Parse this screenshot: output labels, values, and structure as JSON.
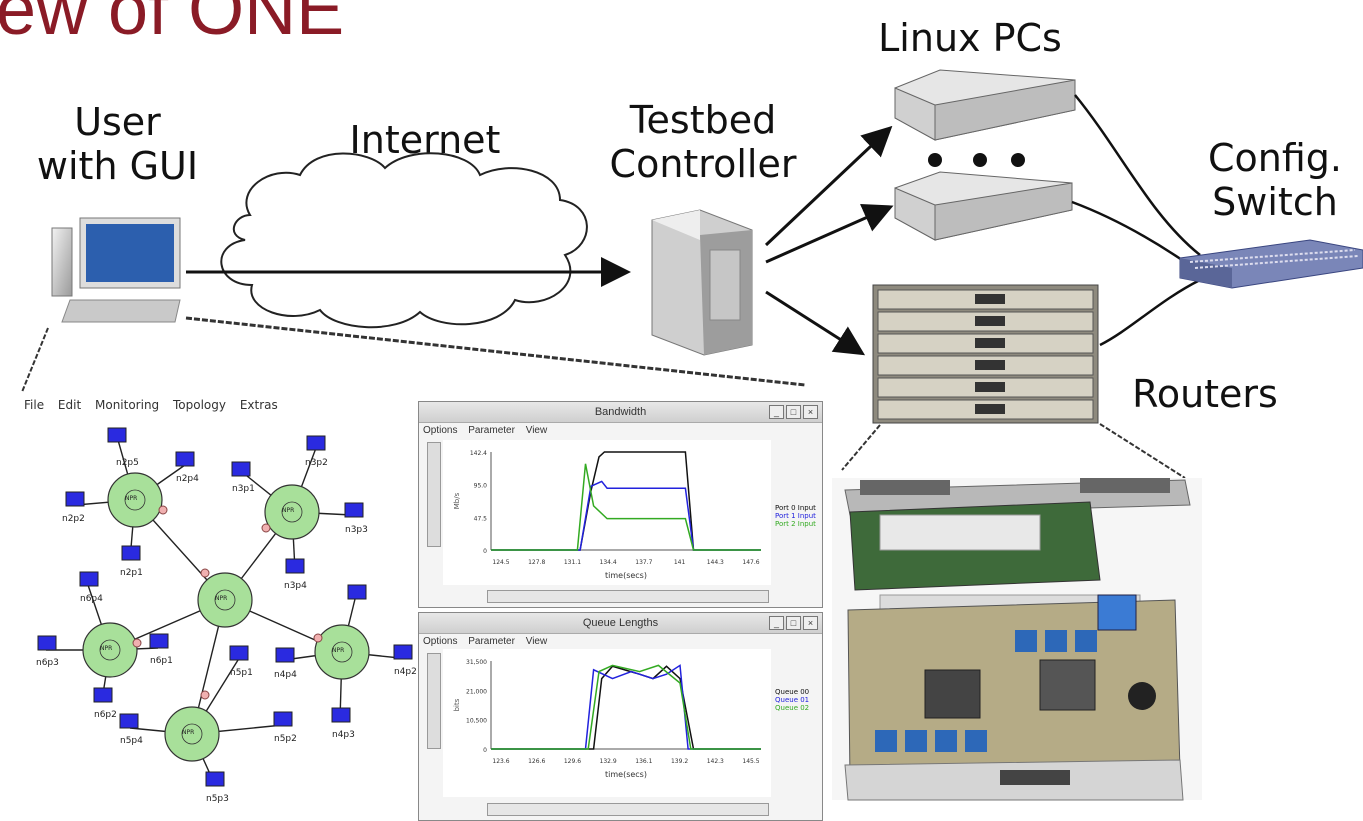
{
  "title": "iew of ONE",
  "labels": {
    "user": "User with GUI",
    "user_line1": "User",
    "user_line2": "with GUI",
    "internet": "Internet",
    "controller_line1": "Testbed",
    "controller_line2": "Controller",
    "linux": "Linux PCs",
    "switch_line1": "Config.",
    "switch_line2": "Switch",
    "routers": "Routers"
  },
  "gui": {
    "menu": [
      "File",
      "Edit",
      "Monitoring",
      "Topology",
      "Extras"
    ],
    "bandwidth_window": {
      "title": "Bandwidth",
      "menu": [
        "Options",
        "Parameter",
        "View"
      ],
      "ylabel": "Mb/s",
      "xlabel": "time(secs)",
      "yticks": [
        "142.4",
        "95.0",
        "47.5",
        "0"
      ],
      "xticks": [
        "124.5",
        "127.8",
        "131.1",
        "134.4",
        "137.7",
        "141",
        "144.3",
        "147.6"
      ],
      "legend": [
        {
          "label": "Port 0 Input",
          "color": "#111111"
        },
        {
          "label": "Port 1 Input",
          "color": "#2222dd"
        },
        {
          "label": "Port 2 Input",
          "color": "#33aa22"
        }
      ]
    },
    "queue_window": {
      "title": "Queue Lengths",
      "menu": [
        "Options",
        "Parameter",
        "View"
      ],
      "ylabel": "bits",
      "xlabel": "time(secs)",
      "yticks": [
        "31,500",
        "21,000",
        "10,500",
        "0"
      ],
      "xticks": [
        "123.6",
        "126.6",
        "129.6",
        "132.9",
        "136.1",
        "139.2",
        "142.3",
        "145.5"
      ],
      "legend": [
        {
          "label": "Queue 00",
          "color": "#111111"
        },
        {
          "label": "Queue 01",
          "color": "#2222dd"
        },
        {
          "label": "Queue 02",
          "color": "#33aa22"
        }
      ]
    },
    "routers": [
      "NPR",
      "NPR",
      "NPR",
      "NPR",
      "NPR",
      "NPR"
    ],
    "hosts": [
      "n2p5",
      "n2p4",
      "n2p2",
      "n2p1",
      "n3p2",
      "n3p1",
      "n3p3",
      "n3p4",
      "n6p4",
      "n6p3",
      "n6p1",
      "n6p2",
      "n4p2",
      "n4p4",
      "n4p3",
      "n5p1",
      "n5p2",
      "n5p4",
      "n5p3"
    ]
  }
}
